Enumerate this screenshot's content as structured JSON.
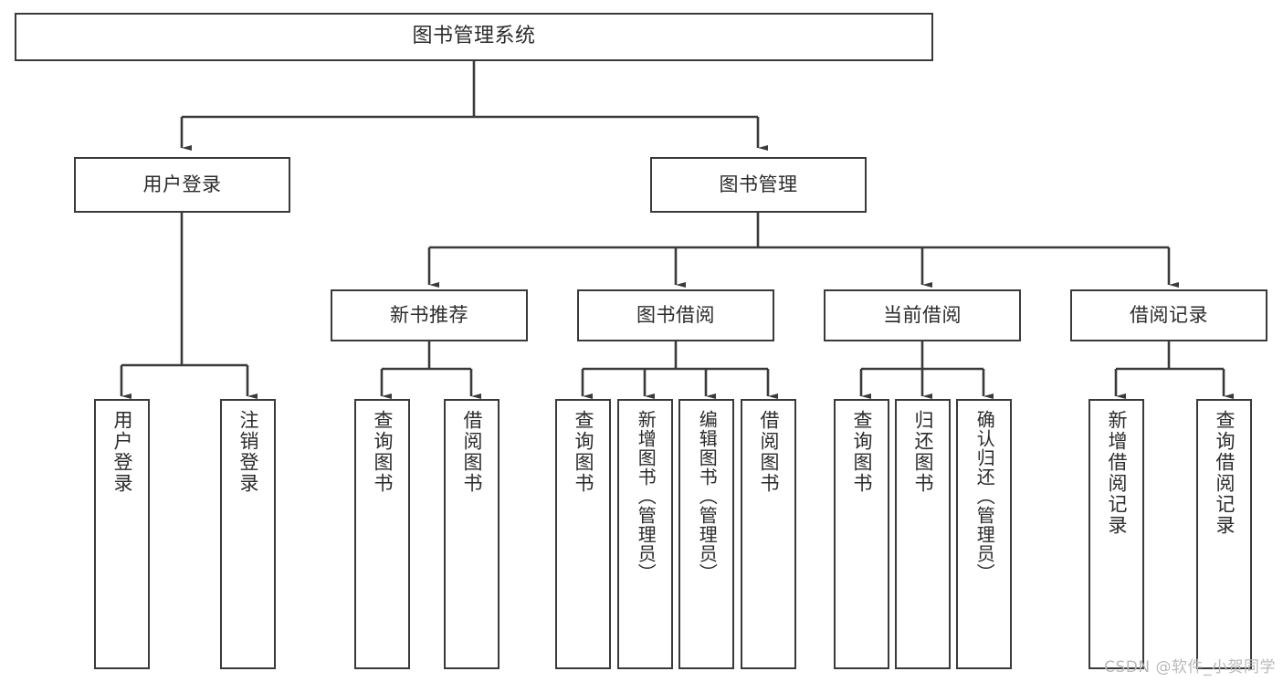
{
  "diagram": {
    "type": "tree",
    "title": "图书管理系统",
    "watermark": "CSDN @软件_小贺同学",
    "colors": {
      "box_border": "#3a3a3a",
      "box_fill": "#ffffff",
      "edge": "#3a3a3a",
      "text": "#2b2b2b",
      "watermark": "#b9b9b9"
    },
    "nodes": {
      "root": {
        "label": "图书管理系统"
      },
      "level2": [
        {
          "id": "user-login",
          "label": "用户登录"
        },
        {
          "id": "book-manage",
          "label": "图书管理"
        }
      ],
      "level3": [
        {
          "id": "new-book-recommend",
          "label": "新书推荐"
        },
        {
          "id": "book-borrow",
          "label": "图书借阅"
        },
        {
          "id": "current-borrow",
          "label": "当前借阅"
        },
        {
          "id": "borrow-record",
          "label": "借阅记录"
        }
      ],
      "leaves_user_login": [
        {
          "id": "leaf-user-login",
          "label": "用户登录"
        },
        {
          "id": "leaf-logout-login",
          "label": "注销登录"
        }
      ],
      "leaves_new_book_recommend": [
        {
          "id": "leaf-query-book-1",
          "label": "查询图书"
        },
        {
          "id": "leaf-borrow-book-1",
          "label": "借阅图书"
        }
      ],
      "leaves_book_borrow": [
        {
          "id": "leaf-query-book-2",
          "label": "查询图书"
        },
        {
          "id": "leaf-add-book-admin",
          "label": "新增图书（管理员）"
        },
        {
          "id": "leaf-edit-book-admin",
          "label": "编辑图书（管理员）"
        },
        {
          "id": "leaf-borrow-book-2",
          "label": "借阅图书"
        }
      ],
      "leaves_current_borrow": [
        {
          "id": "leaf-query-book-3",
          "label": "查询图书"
        },
        {
          "id": "leaf-return-book",
          "label": "归还图书"
        },
        {
          "id": "leaf-confirm-return-admin",
          "label": "确认归还（管理员）"
        }
      ],
      "leaves_borrow_record": [
        {
          "id": "leaf-add-borrow-record",
          "label": "新增借阅记录"
        },
        {
          "id": "leaf-query-borrow-record",
          "label": "查询借阅记录"
        }
      ]
    },
    "edges": [
      {
        "from": "图书管理系统",
        "to": "用户登录"
      },
      {
        "from": "图书管理系统",
        "to": "图书管理"
      },
      {
        "from": "用户登录",
        "to": "用户登录"
      },
      {
        "from": "用户登录",
        "to": "注销登录"
      },
      {
        "from": "图书管理",
        "to": "新书推荐"
      },
      {
        "from": "图书管理",
        "to": "图书借阅"
      },
      {
        "from": "图书管理",
        "to": "当前借阅"
      },
      {
        "from": "图书管理",
        "to": "借阅记录"
      },
      {
        "from": "新书推荐",
        "to": "查询图书"
      },
      {
        "from": "新书推荐",
        "to": "借阅图书"
      },
      {
        "from": "图书借阅",
        "to": "查询图书"
      },
      {
        "from": "图书借阅",
        "to": "新增图书（管理员）"
      },
      {
        "from": "图书借阅",
        "to": "编辑图书（管理员）"
      },
      {
        "from": "图书借阅",
        "to": "借阅图书"
      },
      {
        "from": "当前借阅",
        "to": "查询图书"
      },
      {
        "from": "当前借阅",
        "to": "归还图书"
      },
      {
        "from": "当前借阅",
        "to": "确认归还（管理员）"
      },
      {
        "from": "借阅记录",
        "to": "新增借阅记录"
      },
      {
        "from": "借阅记录",
        "to": "查询借阅记录"
      }
    ]
  }
}
